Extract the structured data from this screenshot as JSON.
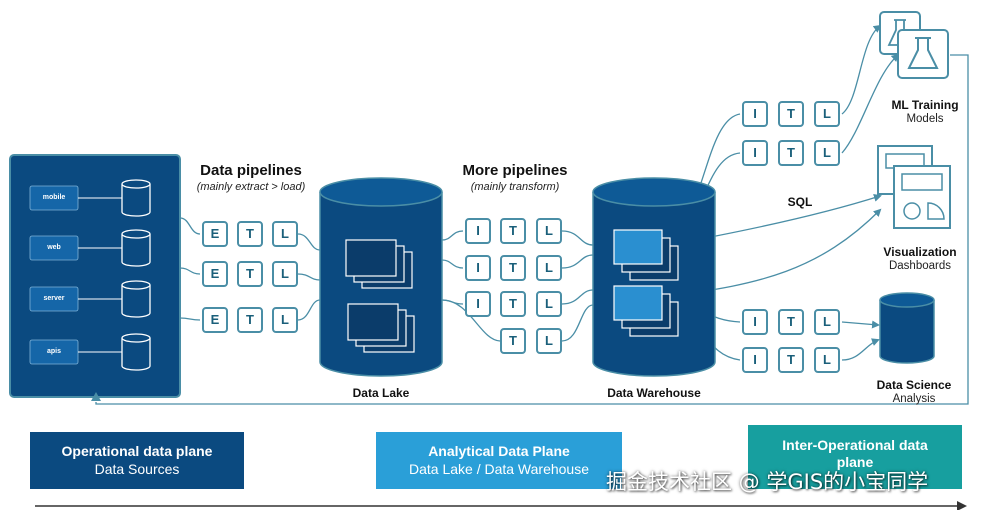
{
  "sources": {
    "items": [
      "mobile",
      "web",
      "server",
      "apis"
    ]
  },
  "pipelines_1": {
    "title": "Data pipelines",
    "subtitle": "(mainly extract > load)"
  },
  "pipelines_2": {
    "title": "More pipelines",
    "subtitle": "(mainly transform)"
  },
  "etl_letters": {
    "e": "E",
    "t": "T",
    "l": "L",
    "i": "I"
  },
  "lake": {
    "label": "Data Lake"
  },
  "warehouse": {
    "label": "Data Warehouse"
  },
  "outputs": {
    "sql": "SQL",
    "ml": {
      "title": "ML Training",
      "sub": "Models"
    },
    "viz": {
      "title": "Visualization",
      "sub": "Dashboards"
    },
    "ds": {
      "title": "Data Science",
      "sub": "Analysis"
    }
  },
  "planes": {
    "operational": {
      "title": "Operational data plane",
      "sub": "Data Sources"
    },
    "analytical": {
      "title": "Analytical Data Plane",
      "sub": "Data Lake / Data Warehouse"
    },
    "inter": {
      "title": "Inter-Operational data plane"
    }
  },
  "watermark": "掘金技术社区 @ 学GIS的小宝同学",
  "colors": {
    "dark_blue": "#0b4a80",
    "mid_blue": "#1566a8",
    "light_blue": "#2a9fd8",
    "teal": "#179f9f",
    "line": "#4a8ea6"
  }
}
